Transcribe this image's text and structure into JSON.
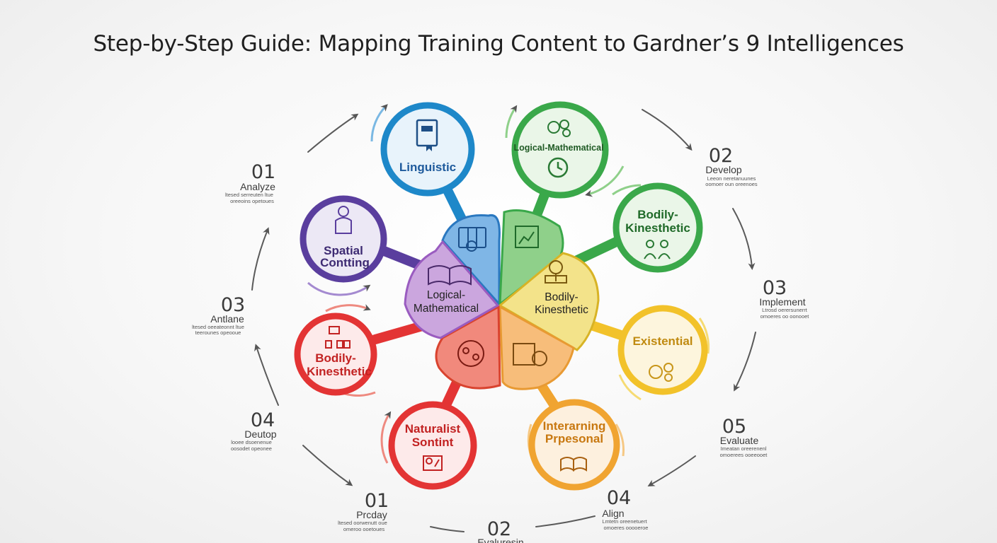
{
  "title": "Step-by-Step Guide: Mapping Training Content to Gardner’s 9 Intelligences",
  "colors": {
    "blue": "#1e88c9",
    "green": "#3aa84a",
    "lime": "#7cc241",
    "yellow": "#f2c22a",
    "orange": "#f0a431",
    "red": "#e33434",
    "purple": "#5a3e9e",
    "violet": "#9a5cc0"
  },
  "nodes": [
    {
      "id": "linguistic",
      "line1": "Linguistic",
      "line2": "",
      "icon": "book-icon",
      "color": "#1e88c9"
    },
    {
      "id": "logical",
      "line1": "Logical-Mathematical",
      "line2": "",
      "icon": "gears-clock-icon",
      "color": "#3aa84a"
    },
    {
      "id": "bodily1",
      "line1": "Bodily-",
      "line2": "Kinesthetic",
      "icon": "people-icon",
      "color": "#3aa84a"
    },
    {
      "id": "existential",
      "line1": "Existential",
      "line2": "",
      "icon": "gears-icon",
      "color": "#f2c22a"
    },
    {
      "id": "interpersonal",
      "line1": "Interarning",
      "line2": "Prpesonal",
      "icon": "open-book-icon",
      "color": "#f0a431"
    },
    {
      "id": "naturalist",
      "line1": "Naturalist",
      "line2": "Sontint",
      "icon": "nature-icon",
      "color": "#e33434"
    },
    {
      "id": "bodily2",
      "line1": "Bodily-",
      "line2": "Kinesthetic",
      "icon": "network-icon",
      "color": "#e33434"
    },
    {
      "id": "spatial",
      "line1": "Spatial",
      "line2": "Contting",
      "icon": "person-icon",
      "color": "#5a3e9e"
    }
  ],
  "petals": [
    {
      "id": "p-logical",
      "line1": "Logical-",
      "line2": "Mathematical"
    },
    {
      "id": "p-bodily",
      "line1": "Bodily-",
      "line2": "Kinesthetic"
    }
  ],
  "steps": [
    {
      "num": "01",
      "label": "Analyze",
      "desc1": "ltesed serreuten ltue",
      "desc2": "oreeoins opetoues"
    },
    {
      "num": "02",
      "label": "Develop",
      "desc1": "Leeon neretanuunes",
      "desc2": "oomoer oun oreenoes"
    },
    {
      "num": "03",
      "label": "Antlane",
      "desc1": "ltesed oeeateonnt ltue",
      "desc2": "teerounes opeooue"
    },
    {
      "num": "03",
      "label": "Implement",
      "desc1": "Ltrosd oerersunerrt",
      "desc2": "omoeres oo oonooet"
    },
    {
      "num": "04",
      "label": "Deutop",
      "desc1": "looee dsoenenue",
      "desc2": "oosodet opeonee"
    },
    {
      "num": "05",
      "label": "Evaluate",
      "desc1": "Imeatan oreerenenl",
      "desc2": "omoerees ooeeooet"
    },
    {
      "num": "01",
      "label": "Prcday",
      "desc1": "ltesed oorwenutt oue",
      "desc2": "omeroo ooetoues"
    },
    {
      "num": "04",
      "label": "Align",
      "desc1": "Lmtetn oreenetuert",
      "desc2": "omoeres ooooeroe"
    },
    {
      "num": "02",
      "label": "Evaluresin",
      "desc1": "",
      "desc2": ""
    }
  ]
}
